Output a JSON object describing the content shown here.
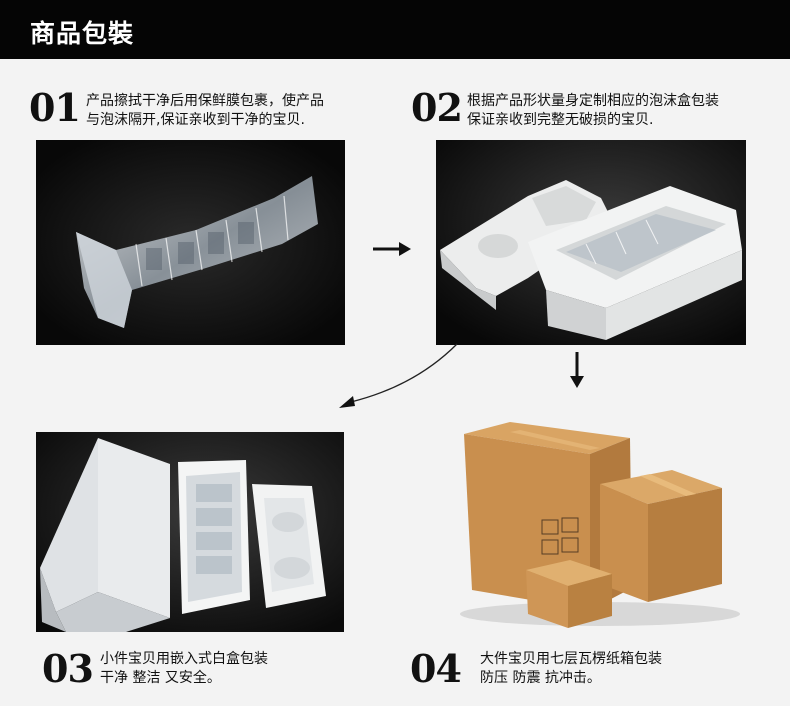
{
  "header": {
    "title": "商品包裝"
  },
  "steps": [
    {
      "num": "01",
      "line1": "产品擦拭干净后用保鲜膜包裹，使产品",
      "line2": "与泡沫隔开,保证亲收到干净的宝贝."
    },
    {
      "num": "02",
      "line1": "根据产品形状量身定制相应的泡沫盒包装",
      "line2": "保证亲收到完整无破损的宝贝."
    },
    {
      "num": "03",
      "line1": "小件宝贝用嵌入式白盒包装",
      "line2": "干净 整洁 又安全。"
    },
    {
      "num": "04",
      "line1": "大件宝贝用七层瓦楞纸箱包装",
      "line2": "防压 防震 抗冲击。"
    }
  ],
  "colors": {
    "header_bg": "#050505",
    "photo_bg": "#141414",
    "cardboard": "#c98f4e",
    "foam": "#f2f2f2"
  },
  "icons": [
    "arrow-right-icon",
    "arrow-down-icon",
    "curved-arrow-icon"
  ]
}
